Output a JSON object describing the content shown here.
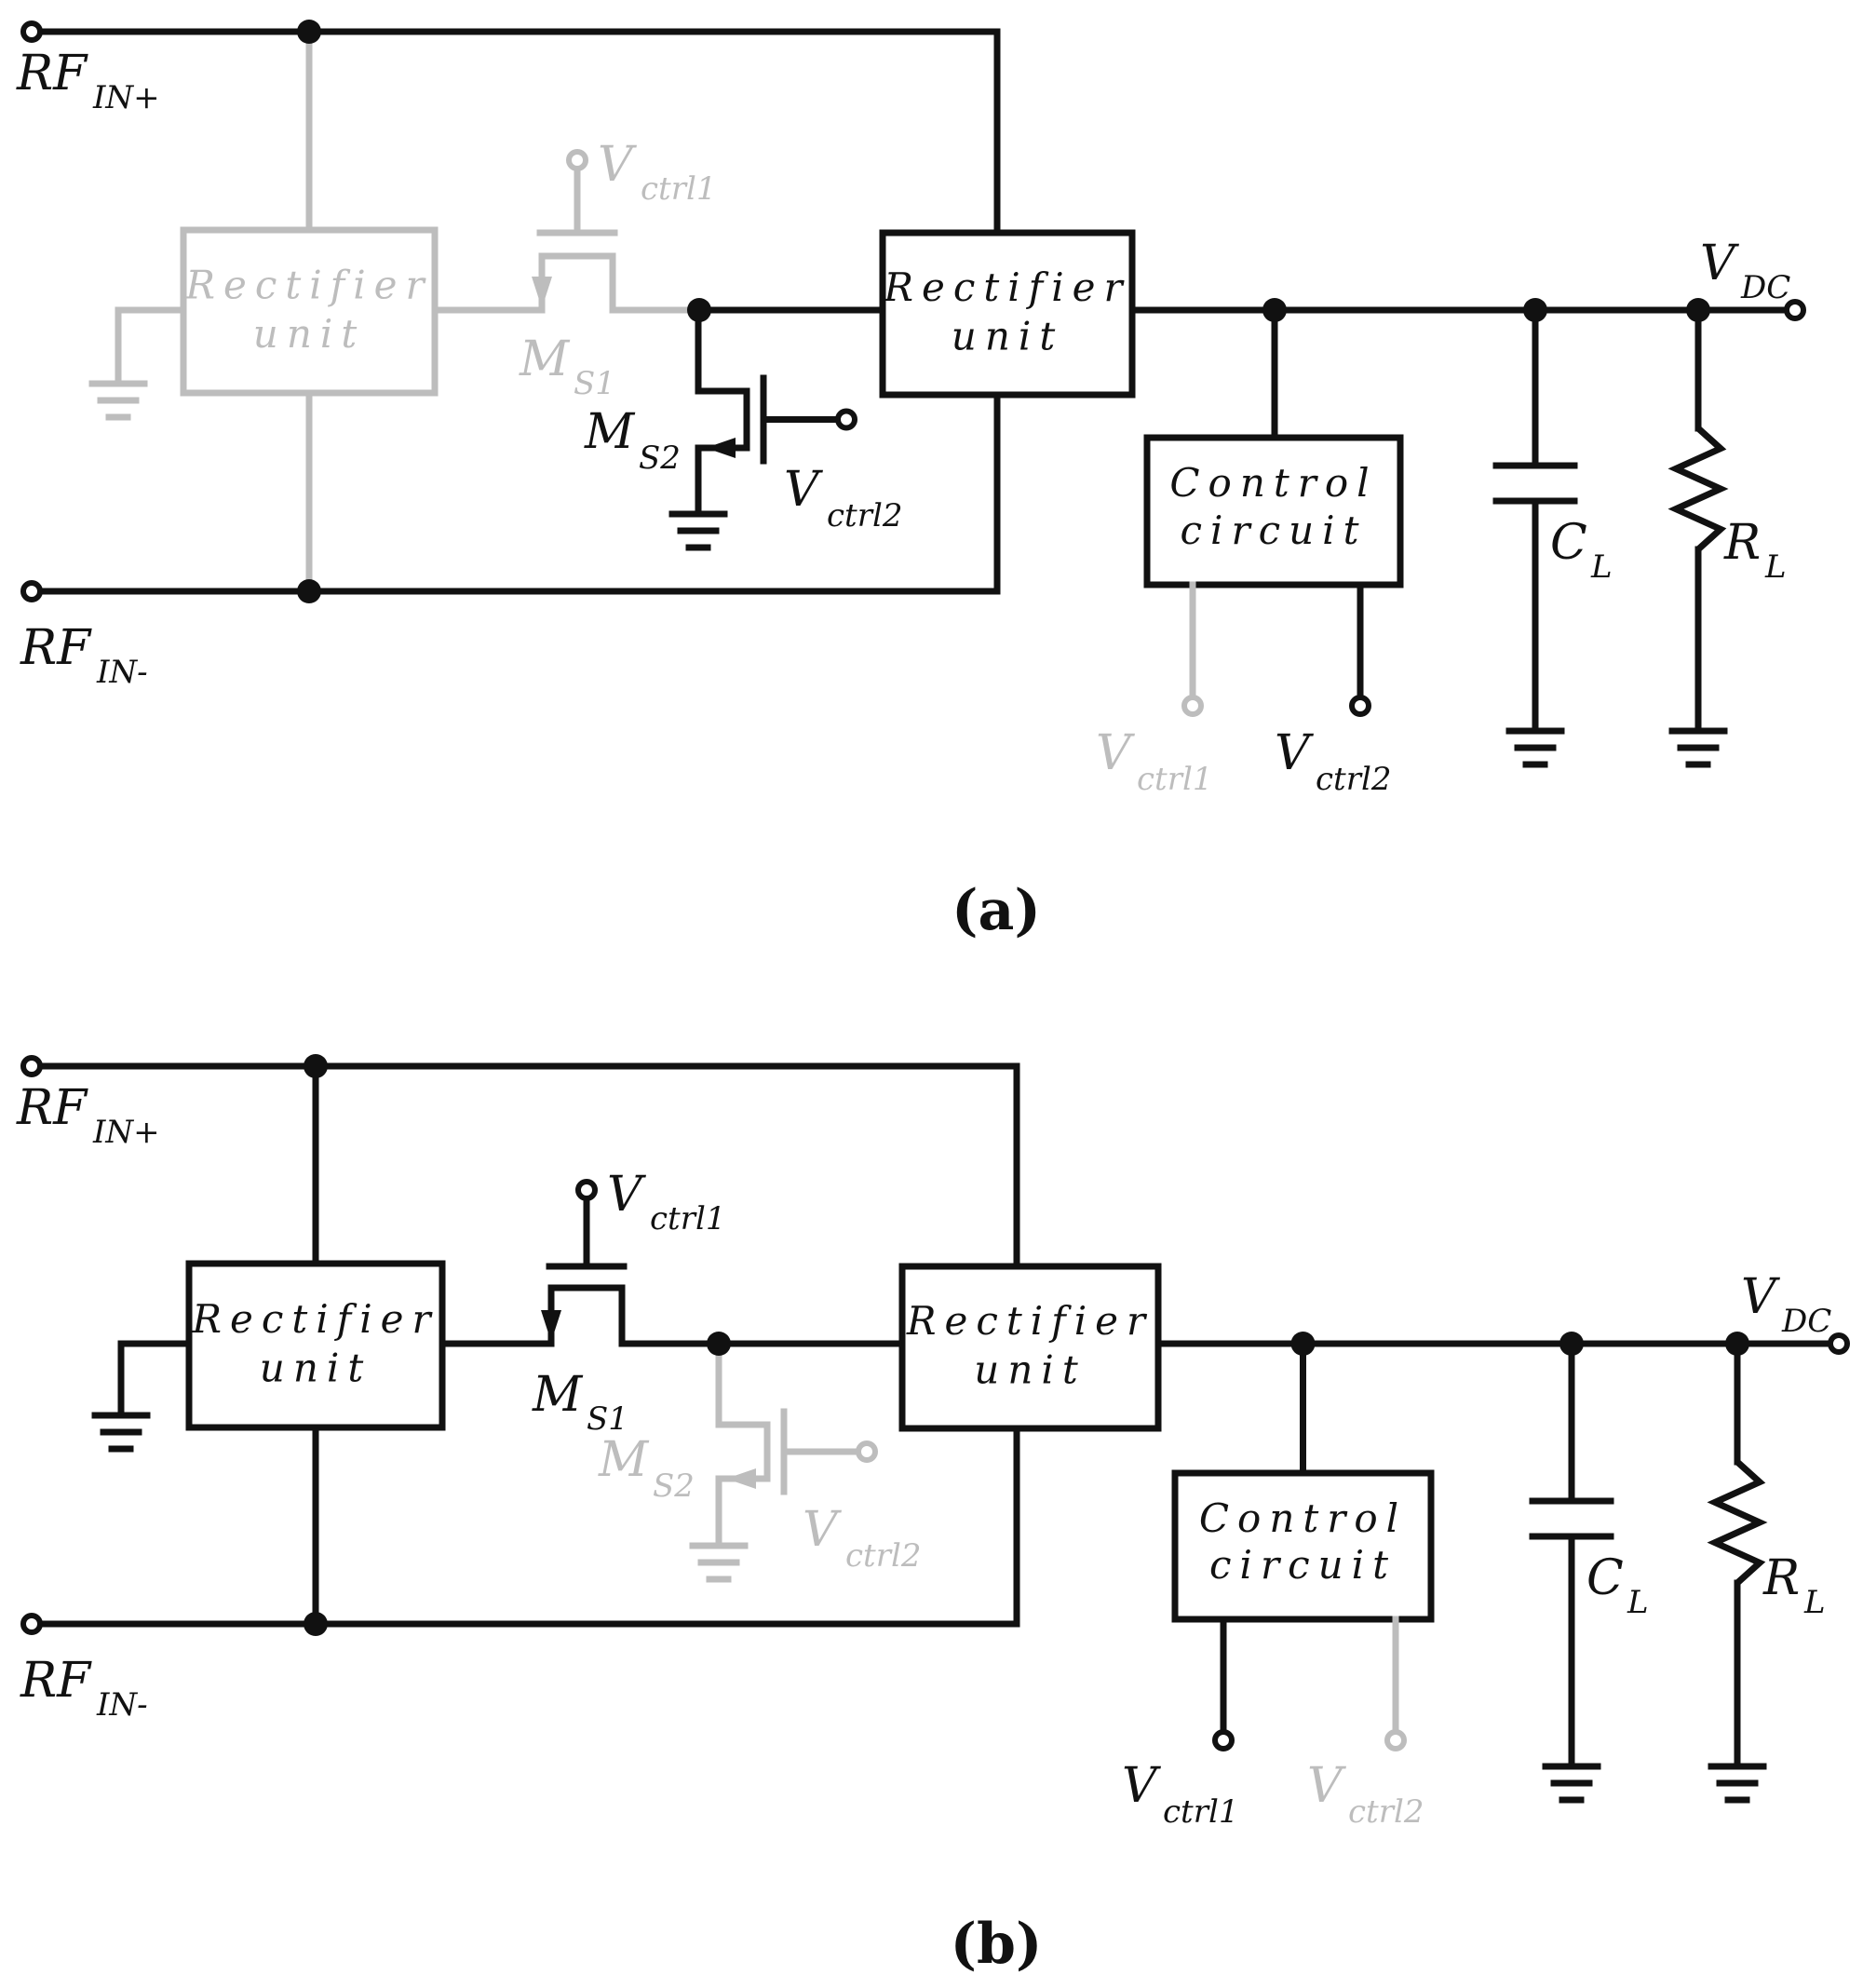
{
  "colors": {
    "active": "#111111",
    "inactive": "#bdbdbd",
    "background": "#ffffff"
  },
  "panels": [
    {
      "caption": "(a)",
      "rf_in_plus": {
        "main": "RF",
        "sub": "IN+"
      },
      "rf_in_minus": {
        "main": "RF",
        "sub": "IN-"
      },
      "rectifier_left": {
        "line1": "Rectifier",
        "line2": "unit",
        "state": "inactive"
      },
      "rectifier_right": {
        "line1": "Rectifier",
        "line2": "unit",
        "state": "active"
      },
      "control": {
        "line1": "Control",
        "line2": "circuit"
      },
      "ms1": {
        "main": "M",
        "sub": "S1",
        "state": "inactive"
      },
      "ms2": {
        "main": "M",
        "sub": "S2",
        "state": "active"
      },
      "vctrl1_gate": {
        "main": "V",
        "sub": "ctrl1"
      },
      "vctrl2_gate": {
        "main": "V",
        "sub": "ctrl2"
      },
      "vctrl1_out": {
        "main": "V",
        "sub": "ctrl1",
        "state": "inactive"
      },
      "vctrl2_out": {
        "main": "V",
        "sub": "ctrl2",
        "state": "active"
      },
      "vdc": {
        "main": "V",
        "sub": "DC"
      },
      "cl": {
        "main": "C",
        "sub": "L"
      },
      "rl": {
        "main": "R",
        "sub": "L"
      }
    },
    {
      "caption": "(b)",
      "rf_in_plus": {
        "main": "RF",
        "sub": "IN+"
      },
      "rf_in_minus": {
        "main": "RF",
        "sub": "IN-"
      },
      "rectifier_left": {
        "line1": "Rectifier",
        "line2": "unit",
        "state": "active"
      },
      "rectifier_right": {
        "line1": "Rectifier",
        "line2": "unit",
        "state": "active"
      },
      "control": {
        "line1": "Control",
        "line2": "circuit"
      },
      "ms1": {
        "main": "M",
        "sub": "S1",
        "state": "active"
      },
      "ms2": {
        "main": "M",
        "sub": "S2",
        "state": "inactive"
      },
      "vctrl1_gate": {
        "main": "V",
        "sub": "ctrl1"
      },
      "vctrl2_gate": {
        "main": "V",
        "sub": "ctrl2"
      },
      "vctrl1_out": {
        "main": "V",
        "sub": "ctrl1",
        "state": "active"
      },
      "vctrl2_out": {
        "main": "V",
        "sub": "ctrl2",
        "state": "inactive"
      },
      "vdc": {
        "main": "V",
        "sub": "DC"
      },
      "cl": {
        "main": "C",
        "sub": "L"
      },
      "rl": {
        "main": "R",
        "sub": "L"
      }
    }
  ]
}
